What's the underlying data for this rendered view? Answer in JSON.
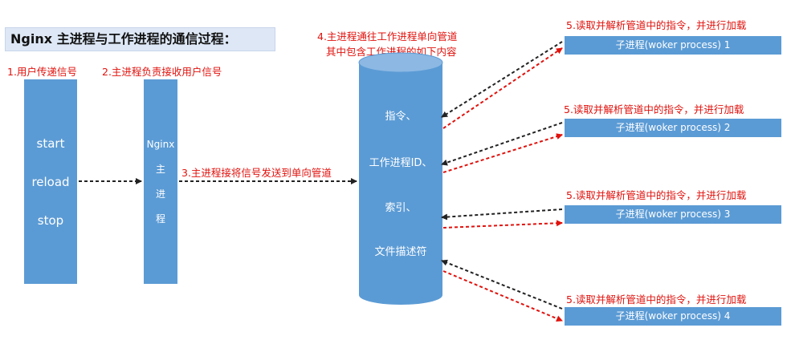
{
  "title": "Nginx 主进程与工作进程的通信过程：",
  "steps": {
    "s1": "1.用户传递信号",
    "s2": "2.主进程负责接收用户信号",
    "s3": "3.主进程接将信号发送到单向管道",
    "s4_line1": "4.主进程通往工作进程单向管道",
    "s4_line2": "其中包含工作进程的如下内容",
    "s5": "5.读取并解析管道中的指令，并进行加载"
  },
  "user_signals": [
    "start",
    "reload",
    "stop"
  ],
  "master": [
    "Nginx",
    "主",
    "进",
    "程"
  ],
  "pipe_contents": [
    "指令、",
    "工作进程ID、",
    "索引、",
    "文件描述符"
  ],
  "workers": [
    "子进程(woker process)  1",
    "子进程(woker process)  2",
    "子进程(woker process)  3",
    "子进程(woker process)  4"
  ],
  "colors": {
    "box_blue": "#5b9bd5",
    "label_red": "#e0120d",
    "arrow_black": "#222222",
    "arrow_red": "#e0120d",
    "title_bg": "#dde7f5"
  }
}
